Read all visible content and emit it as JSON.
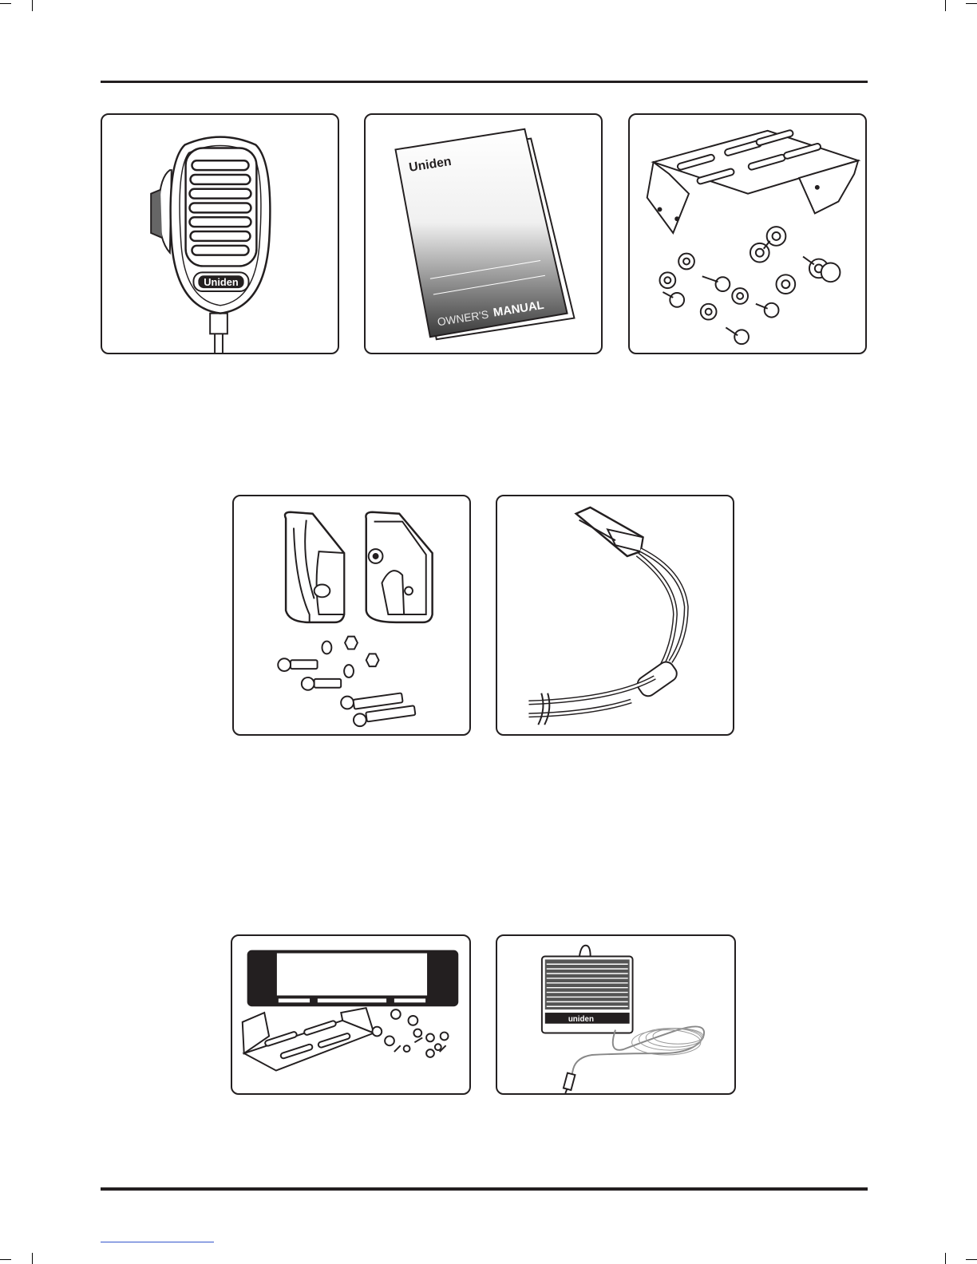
{
  "colors": {
    "ink": "#231f20",
    "manual_cover_dark": "#3a3a3a",
    "manual_cover_light": "#ffffff"
  },
  "items": [
    {
      "id": "microphone",
      "icon": "microphone-icon",
      "brand": "Uniden"
    },
    {
      "id": "owners-manual",
      "icon": "manual-icon",
      "brand": "Uniden",
      "cover_prefix": "OWNER'S",
      "cover_title": "MANUAL"
    },
    {
      "id": "mounting-bracket",
      "icon": "bracket-with-screws-icon"
    },
    {
      "id": "mic-hanger",
      "icon": "mic-hanger-icon"
    },
    {
      "id": "power-cord",
      "icon": "power-cord-icon"
    },
    {
      "id": "panel-bracket-kit",
      "icon": "panel-bracket-icon"
    },
    {
      "id": "external-speaker",
      "icon": "speaker-icon",
      "brand": "uniden"
    }
  ]
}
